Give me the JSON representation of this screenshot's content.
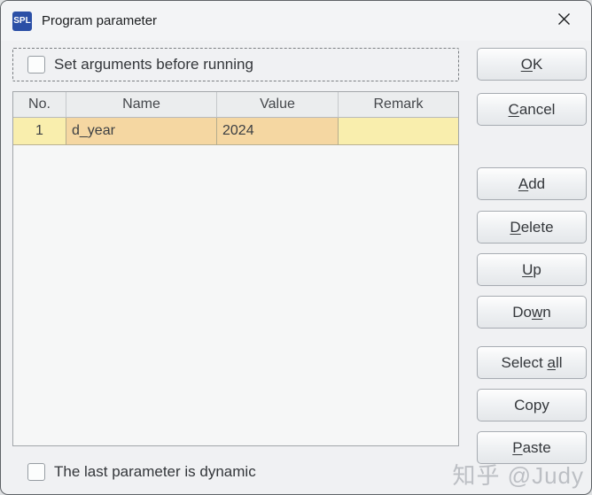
{
  "window": {
    "title": "Program parameter",
    "icon_text": "SPL"
  },
  "colors": {
    "dialog-bg": "#f0f1f3",
    "titlebar-bg": "#f3f4f6",
    "table-bg": "#f6f7f7",
    "header-bg": "#ebedee",
    "row-yellow": "#f9eead",
    "cell-selected": "#f5d7a2",
    "icon-blue": "#2b4fa6",
    "border-gray": "#a6abb1"
  },
  "top_checkbox": {
    "label": "Set arguments before running",
    "checked": false
  },
  "table": {
    "columns": [
      "No.",
      "Name",
      "Value",
      "Remark"
    ],
    "rows": [
      {
        "no": "1",
        "name": "d_year",
        "value": "2024",
        "remark": ""
      }
    ]
  },
  "buttons": {
    "ok": {
      "pre": "",
      "mn": "O",
      "post": "K"
    },
    "cancel": {
      "pre": "",
      "mn": "C",
      "post": "ancel"
    },
    "add": {
      "pre": "",
      "mn": "A",
      "post": "dd"
    },
    "delete": {
      "pre": "",
      "mn": "D",
      "post": "elete"
    },
    "up": {
      "pre": "",
      "mn": "U",
      "post": "p"
    },
    "down": {
      "pre": "Do",
      "mn": "w",
      "post": "n"
    },
    "select_all": {
      "pre": "Select ",
      "mn": "a",
      "post": "ll"
    },
    "copy": {
      "pre": "Copy",
      "mn": "",
      "post": ""
    },
    "paste": {
      "pre": "",
      "mn": "P",
      "post": "aste"
    }
  },
  "bottom_checkbox": {
    "label": "The last parameter is dynamic",
    "checked": false
  },
  "watermark": "知乎 @Judy"
}
